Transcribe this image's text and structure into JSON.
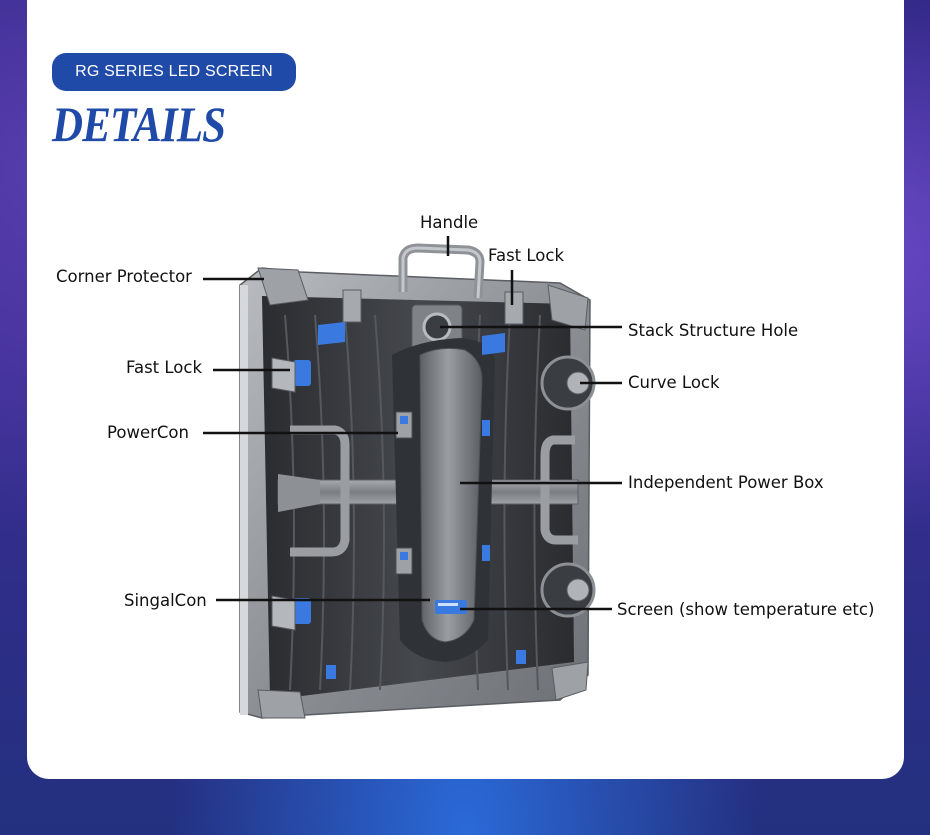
{
  "header": {
    "badge": "RG SERIES LED SCREEN",
    "title": "DETAILS"
  },
  "callouts": {
    "handle": "Handle",
    "fast_lock_top": "Fast Lock",
    "corner_protector": "Corner Protector",
    "stack_structure_hole": "Stack Structure Hole",
    "fast_lock_left": "Fast Lock",
    "curve_lock": "Curve Lock",
    "powercon": "PowerCon",
    "independent_power_box": "Independent Power Box",
    "singalcon": "SingalCon",
    "screen": "Screen (show temperature etc)"
  },
  "colors": {
    "brand_blue": "#1f4aa8",
    "card": "#ffffff",
    "accent_blue_parts": "#3a7ae0"
  }
}
